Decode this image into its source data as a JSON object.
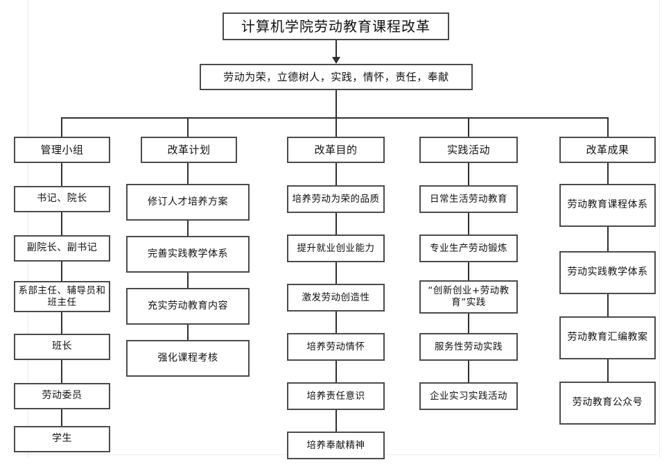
{
  "diagram": {
    "title": "计算机学院劳动教育课程改革",
    "principles": "劳动为荣，立德树人，实践，情怀，责任，奉献",
    "columns": [
      {
        "key": "management-group",
        "header": "管理小组",
        "items": [
          "书记、院长",
          "副院长、副书记",
          "系部主任、辅导员和班主任",
          "班长",
          "劳动委员",
          "学生"
        ]
      },
      {
        "key": "reform-plan",
        "header": "改革计划",
        "items": [
          "修订人才培养方案",
          "完善实践教学体系",
          "充实劳动教育内容",
          "强化课程考核"
        ]
      },
      {
        "key": "reform-purpose",
        "header": "改革目的",
        "items": [
          "培养劳动为荣的品质",
          "提升就业创业能力",
          "激发劳动创造性",
          "培养劳动情怀",
          "培养责任意识",
          "培养奉献精神"
        ]
      },
      {
        "key": "practice-activities",
        "header": "实践活动",
        "items": [
          "日常生活劳动教育",
          "专业生产劳动锻炼",
          "“创新创业+劳动教育”实践",
          "服务性劳动实践",
          "企业实习实践活动"
        ]
      },
      {
        "key": "reform-results",
        "header": "改革成果",
        "items": [
          "劳动教育课程体系",
          "劳动实践教学体系",
          "劳动教育汇编教案",
          "劳动教育公众号"
        ]
      }
    ]
  },
  "colors": {
    "box_border": "#4a4a4a",
    "connector": "#2f2f2f",
    "text": "#111111",
    "background": "#ffffff"
  }
}
